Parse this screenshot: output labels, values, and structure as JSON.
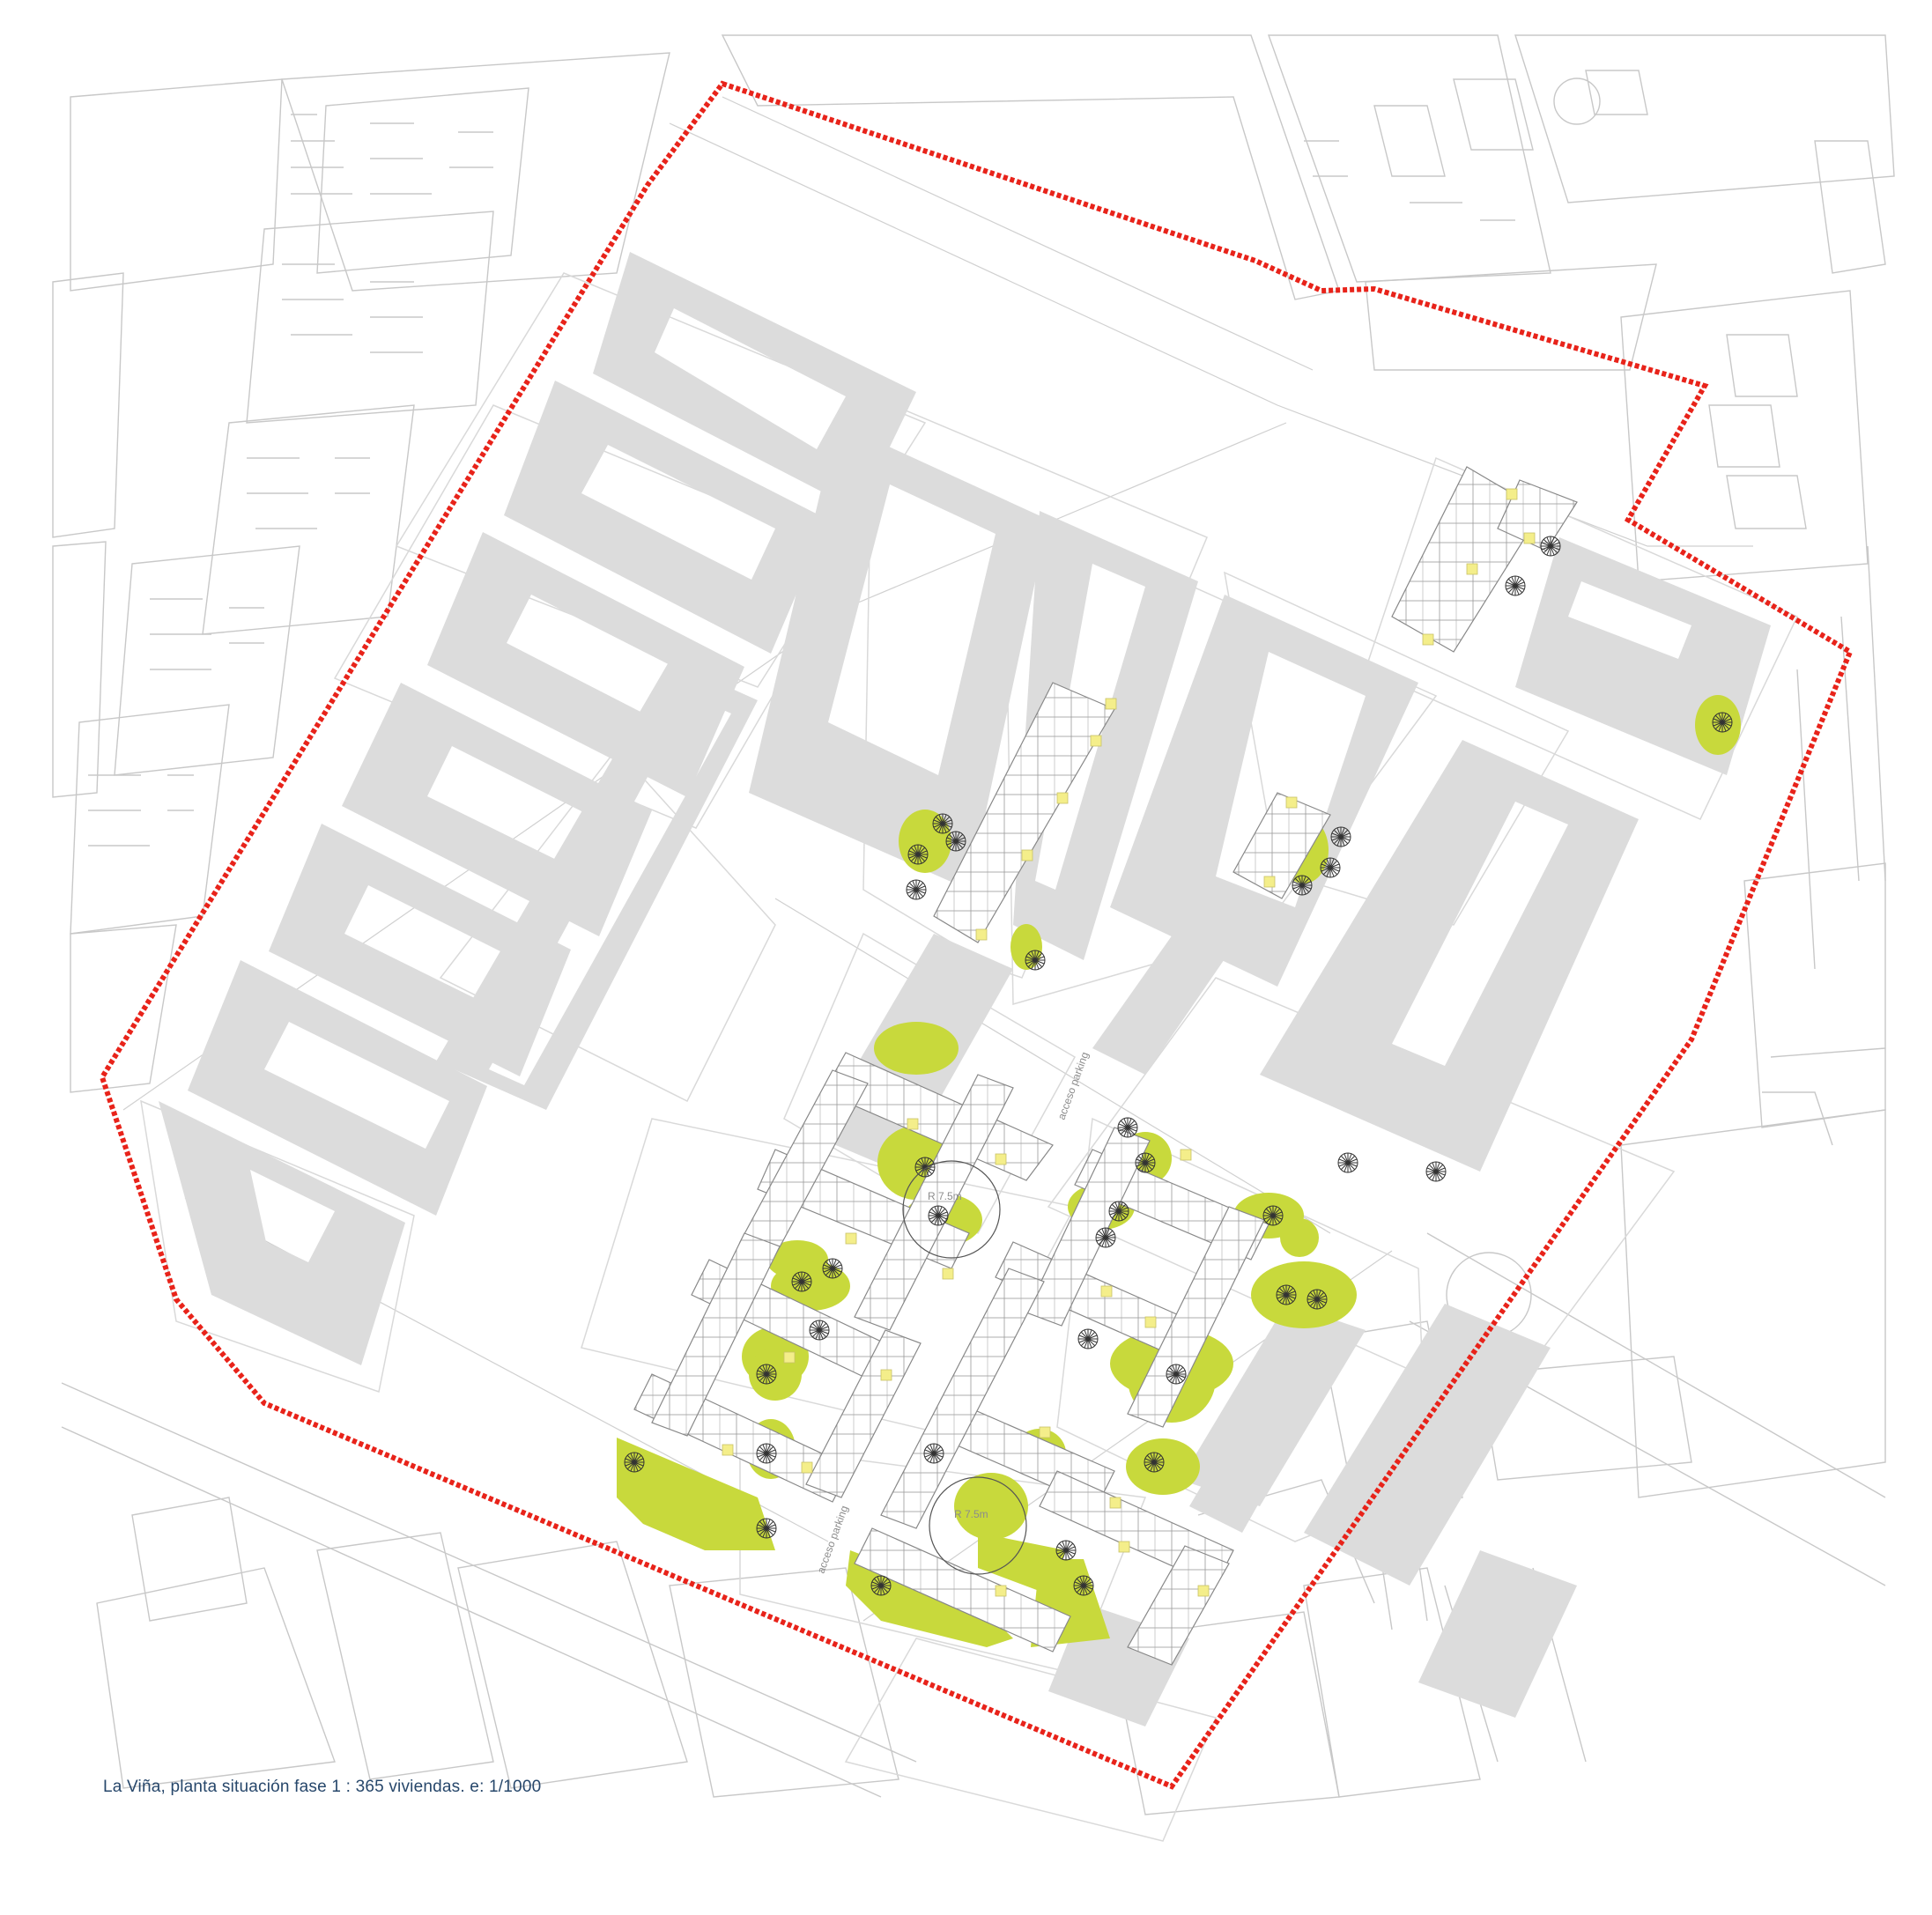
{
  "caption": "La Viña, planta situación fase 1 : 365 viviendas.  e: 1/1000",
  "labels": {
    "parking_1": "acceso parking",
    "parking_2": "acceso parking",
    "radius_1": "R 7.5m",
    "radius_2": "R 7.5m"
  },
  "colors": {
    "boundary": "#e8231a",
    "block": "#dcdcdc",
    "green": "#c8d93c",
    "yellow": "#f4ee8a",
    "context_line": "#c8c8c8",
    "caption": "#27476b"
  },
  "icons": [
    "tree-symbol-icon"
  ]
}
